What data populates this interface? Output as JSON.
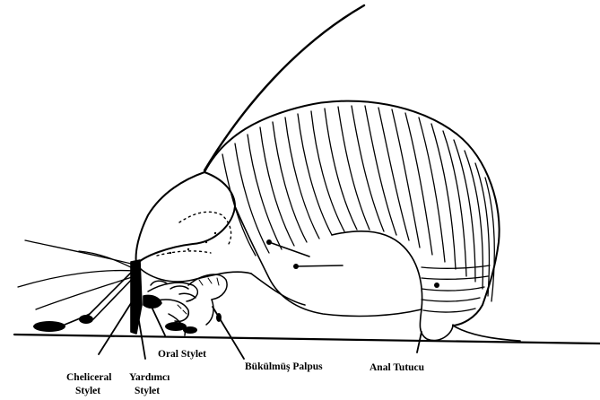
{
  "labels": {
    "cheliceral_line1": "Cheliceral",
    "cheliceral_line2": "Stylet",
    "yardimci_line1": "Yardımcı",
    "yardimci_line2": "Stylet",
    "oral": "Oral Stylet",
    "palpus": "Bükülmüş Palpus",
    "anal": "Anal Tutucu"
  },
  "colors": {
    "ink": "#000000",
    "background": "#ffffff"
  }
}
